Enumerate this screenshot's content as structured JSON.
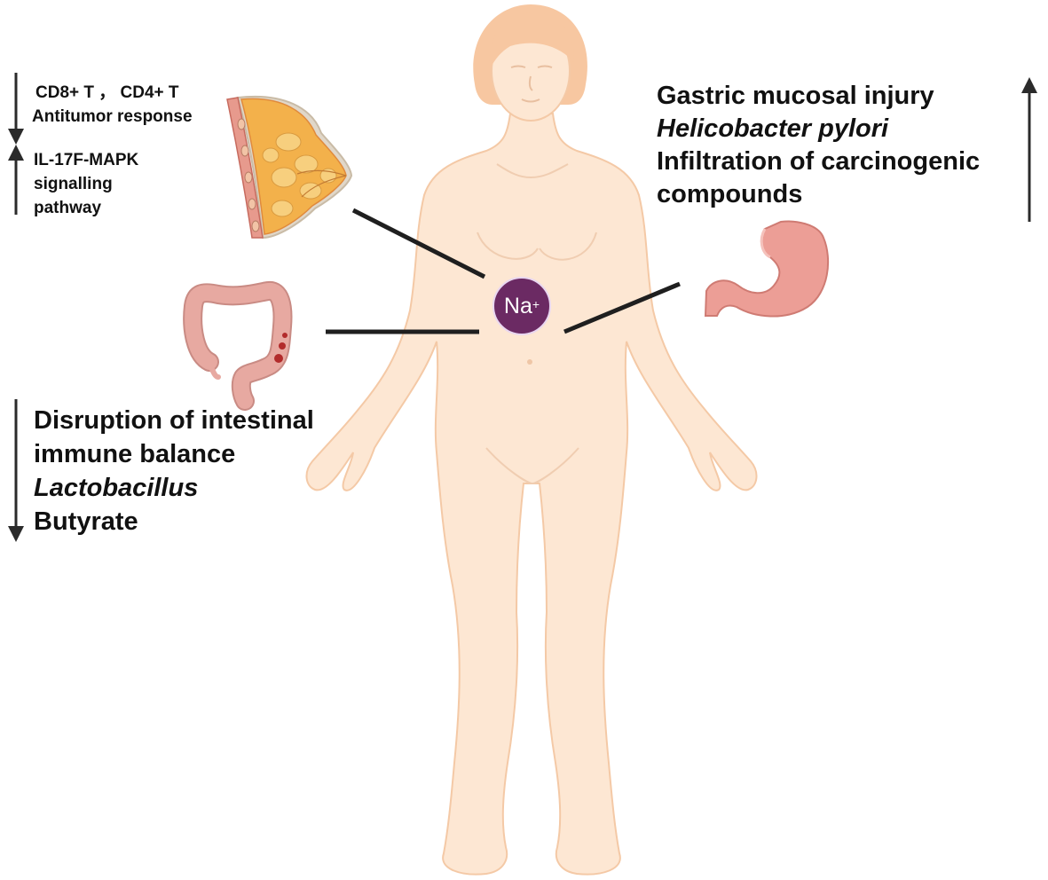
{
  "colors": {
    "skin": "#fde7d3",
    "skin_outline": "#f4c9a6",
    "hair": "#f7c7a1",
    "sodium_circle": "#6b2a63",
    "connector": "#1f1f1f",
    "arrow": "#2b2b2b",
    "colon": "#e7a9a1",
    "stomach": "#ec9e96",
    "breast_tissue": "#f3b14b",
    "breast_skin": "#e79a8d"
  },
  "sodium": {
    "symbol": "Na",
    "charge": "+"
  },
  "breast": {
    "icon": "breast-tissue-icon",
    "decreased_line1": "CD8+ T ， CD4+ T",
    "decreased_line2": "Antitumor response",
    "increased_line1": "IL-17F-MAPK",
    "increased_line2": "signalling",
    "increased_line3": "pathway"
  },
  "stomach": {
    "icon": "stomach-icon",
    "line1": "Gastric mucosal injury",
    "line2": "Helicobacter pylori",
    "line3": "Infiltration of carcinogenic",
    "line4": "compounds"
  },
  "colon": {
    "icon": "colon-icon",
    "line1": "Disruption of intestinal",
    "line2": "immune balance",
    "line3": "Lactobacillus",
    "line4": "Butyrate"
  }
}
